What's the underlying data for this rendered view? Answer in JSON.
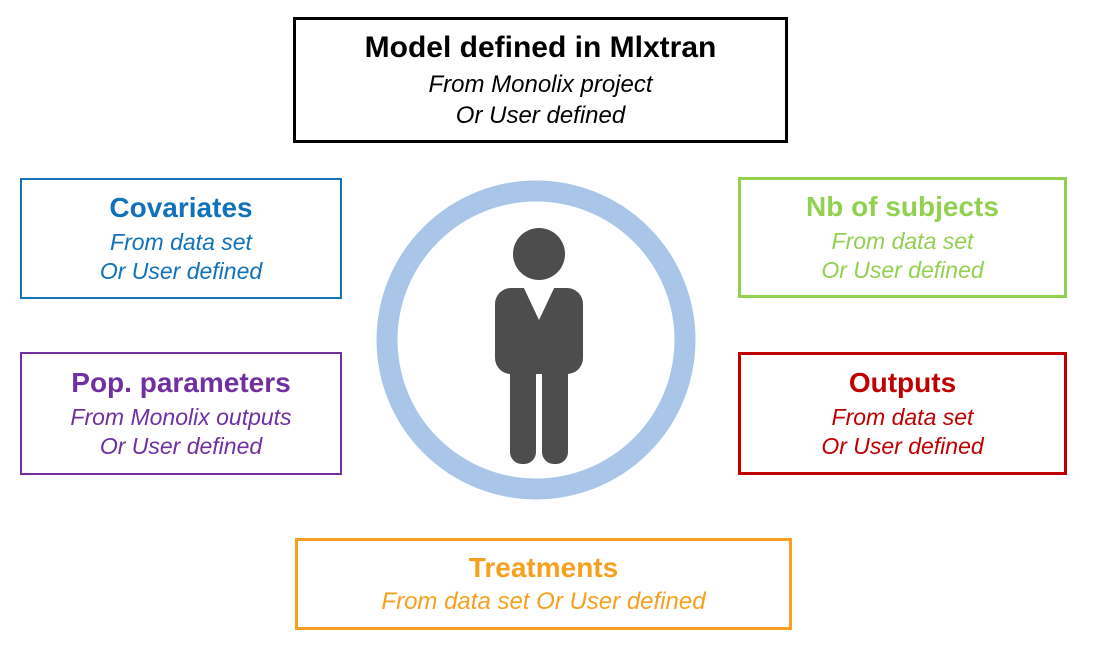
{
  "boxes": {
    "model": {
      "title": "Model defined in Mlxtran",
      "lines": [
        "From Monolix project",
        "Or User defined"
      ],
      "color": "#000000"
    },
    "covariates": {
      "title": "Covariates",
      "lines": [
        "From data set",
        "Or User defined"
      ],
      "color": "#1172BA"
    },
    "pop_parameters": {
      "title": "Pop. parameters",
      "lines": [
        "From Monolix outputs",
        "Or User defined"
      ],
      "color": "#7030A0"
    },
    "nb_subjects": {
      "title": "Nb of subjects",
      "lines": [
        "From data set",
        "Or User defined"
      ],
      "color": "#92D050"
    },
    "outputs": {
      "title": "Outputs",
      "lines": [
        "From data set",
        "Or User defined"
      ],
      "color": "#C00000"
    },
    "treatments": {
      "title": "Treatments",
      "lines": [
        "From data set Or User defined"
      ],
      "color": "#F7A01E"
    }
  },
  "figure": {
    "icon": "person-icon",
    "ring_color": "#A9C6E8",
    "person_color": "#4D4D4D"
  }
}
